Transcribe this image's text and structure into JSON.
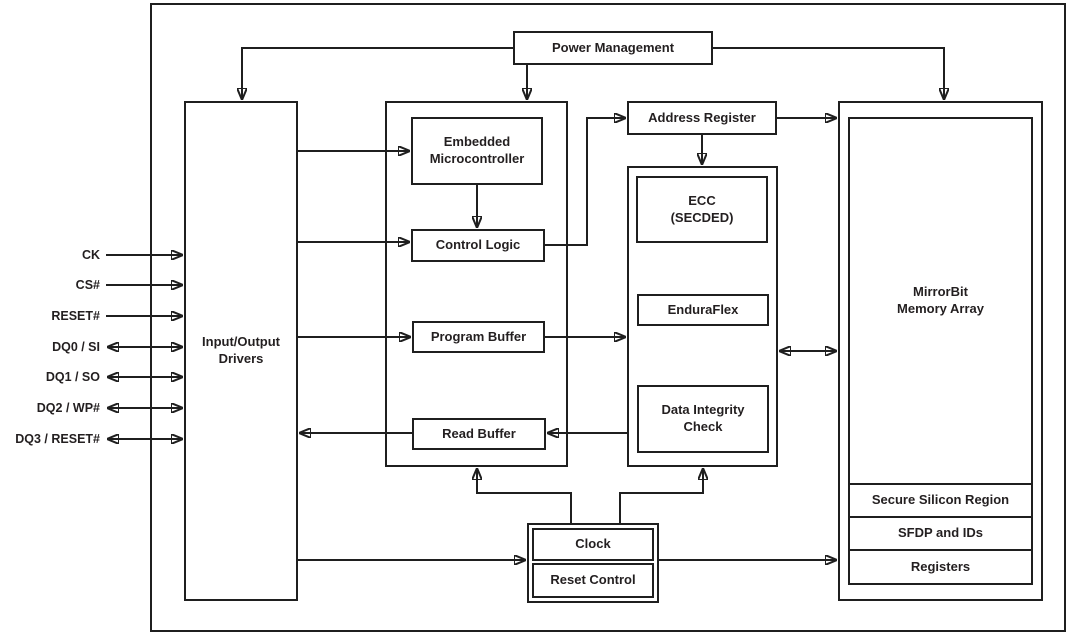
{
  "blocks": {
    "power_management": "Power Management",
    "io_drivers": "Input/Output\nDrivers",
    "embedded_microcontroller": "Embedded\nMicrocontroller",
    "control_logic": "Control Logic",
    "program_buffer": "Program Buffer",
    "read_buffer": "Read Buffer",
    "address_register": "Address Register",
    "ecc": "ECC\n(SECDED)",
    "enduraflex": "EnduraFlex",
    "data_integrity_check": "Data Integrity\nCheck",
    "clock": "Clock",
    "reset_control": "Reset Control",
    "memory_array": "MirrorBit\nMemory Array",
    "secure_silicon_region": "Secure Silicon Region",
    "sfdp_and_ids": "SFDP and IDs",
    "registers": "Registers"
  },
  "signals": [
    {
      "label": "CK",
      "direction": "input"
    },
    {
      "label": "CS#",
      "direction": "input"
    },
    {
      "label": "RESET#",
      "direction": "input"
    },
    {
      "label": "DQ0 / SI",
      "direction": "bidirectional"
    },
    {
      "label": "DQ1 / SO",
      "direction": "bidirectional"
    },
    {
      "label": "DQ2 / WP#",
      "direction": "bidirectional"
    },
    {
      "label": "DQ3 / RESET#",
      "direction": "bidirectional"
    }
  ],
  "colors": {
    "line": "#1f1f1f",
    "text": "#231f20",
    "background": "#ffffff"
  }
}
